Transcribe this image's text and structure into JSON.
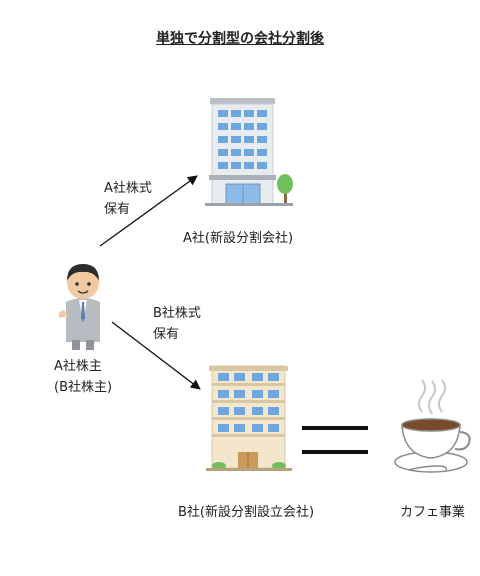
{
  "title": "単独で分割型の会社分割後",
  "arrow_labels": {
    "a_shares_line1": "A社株式",
    "a_shares_line2": "保有",
    "b_shares_line1": "B社株式",
    "b_shares_line2": "保有"
  },
  "company_a": {
    "label": "A社(新設分割会社)",
    "icon": "office-building-icon"
  },
  "company_b": {
    "label": "B社(新設分割設立会社)",
    "icon": "apartment-building-icon"
  },
  "shareholder": {
    "line1": "A社株主",
    "line2": "(B社株主)",
    "icon": "businessman-icon"
  },
  "business": {
    "label": "カフェ事業",
    "icon": "coffee-cup-icon"
  },
  "equals_icon": "equals-icon",
  "colors": {
    "window_blue": "#6ea6df",
    "building_gray": "#e9ecef",
    "building_tan": "#f3e6cc",
    "tree_green": "#6fbf5a",
    "coffee_brown": "#7a4a2b"
  }
}
